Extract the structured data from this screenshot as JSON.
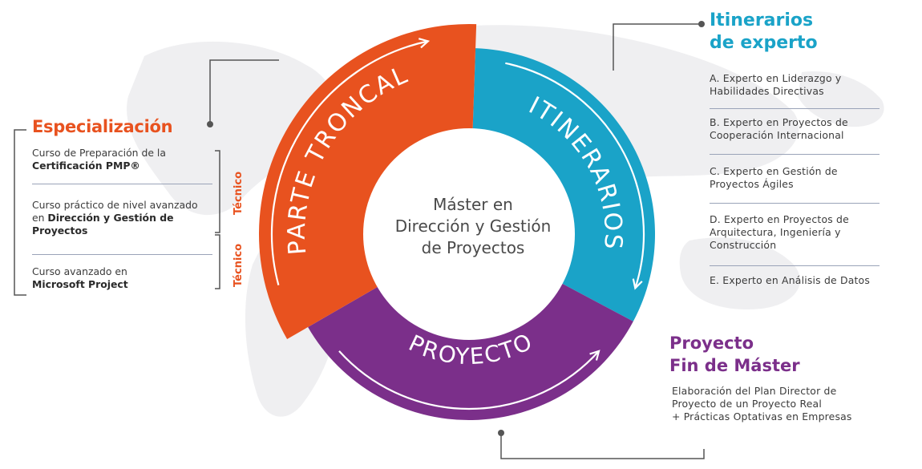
{
  "colors": {
    "orange": "#e8521f",
    "teal": "#1aa3c8",
    "purple": "#7b2f8a",
    "text": "#3b3b3b",
    "map": "#e9e9ec"
  },
  "center": {
    "line1": "Máster  en",
    "line2": "Dirección y Gestión",
    "line3": "de Proyectos"
  },
  "ring": {
    "troncal_label": "PARTE TRONCAL",
    "itinerarios_label": "ITINERARIOS",
    "proyecto_label": "PROYECTO"
  },
  "especializacion": {
    "title": "Especialización",
    "items": [
      {
        "pre": "Curso de Preparación de la ",
        "bold": "Certificación PMP®",
        "post": ""
      },
      {
        "pre": "Curso práctico de nivel avanzado en ",
        "bold": "Dirección y Gestión de Proyectos",
        "post": ""
      },
      {
        "pre": "Curso avanzado en ",
        "bold": "Microsoft Project",
        "post": ""
      }
    ],
    "tecnico_labels": [
      "Técnico",
      "Técnico"
    ]
  },
  "itinerarios": {
    "title_line1": "Itinerarios",
    "title_line2": "de experto",
    "items": [
      "A. Experto en Liderazgo y Habilidades Directivas",
      "B. Experto en Proyectos de Cooperación Internacional",
      "C. Experto en Gestión de Proyectos Ágiles",
      "D. Experto en Proyectos de Arquitectura, Ingeniería y Construcción",
      "E. Experto en Análisis de Datos"
    ]
  },
  "proyecto_fin": {
    "title_line1": "Proyecto",
    "title_line2": "Fin de Máster",
    "body_line1": "Elaboración del Plan Director de",
    "body_line2": "Proyecto de un Proyecto Real",
    "body_line3": "+ Prácticas Optativas en Empresas"
  }
}
